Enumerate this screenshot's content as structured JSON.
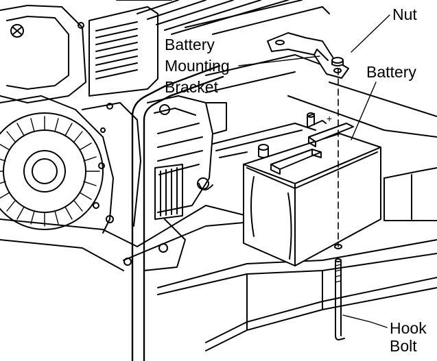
{
  "labels": {
    "nut": "Nut",
    "bracket": [
      "Battery",
      "Mounting",
      "Bracket"
    ],
    "battery": "Battery",
    "hook_bolt": [
      "Hook",
      "Bolt"
    ],
    "terminal_sign": "+"
  }
}
